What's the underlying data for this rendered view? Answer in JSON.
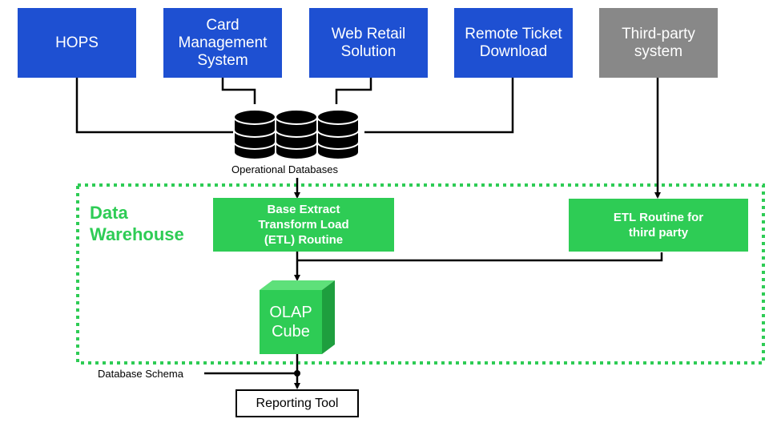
{
  "sources": [
    {
      "id": "hops",
      "label": "HOPS"
    },
    {
      "id": "card",
      "label": "Card\nManagement\nSystem"
    },
    {
      "id": "web",
      "label": "Web Retail\nSolution"
    },
    {
      "id": "remote",
      "label": "Remote Ticket\nDownload"
    },
    {
      "id": "third",
      "label": "Third-party\nsystem"
    }
  ],
  "databases_label": "Operational Databases",
  "warehouse_label": "Data\nWarehouse",
  "etl_base": "Base Extract\nTransform Load\n(ETL) Routine",
  "etl_third": "ETL Routine for\nthird party",
  "cube_label": "OLAP\nCube",
  "schema_label": "Database Schema",
  "reporting_tool": "Reporting Tool",
  "colors": {
    "source_blue": "#1e50d2",
    "third_party_gray": "#888888",
    "warehouse_green": "#2ecc55",
    "cube_green": "#2ecc55"
  }
}
